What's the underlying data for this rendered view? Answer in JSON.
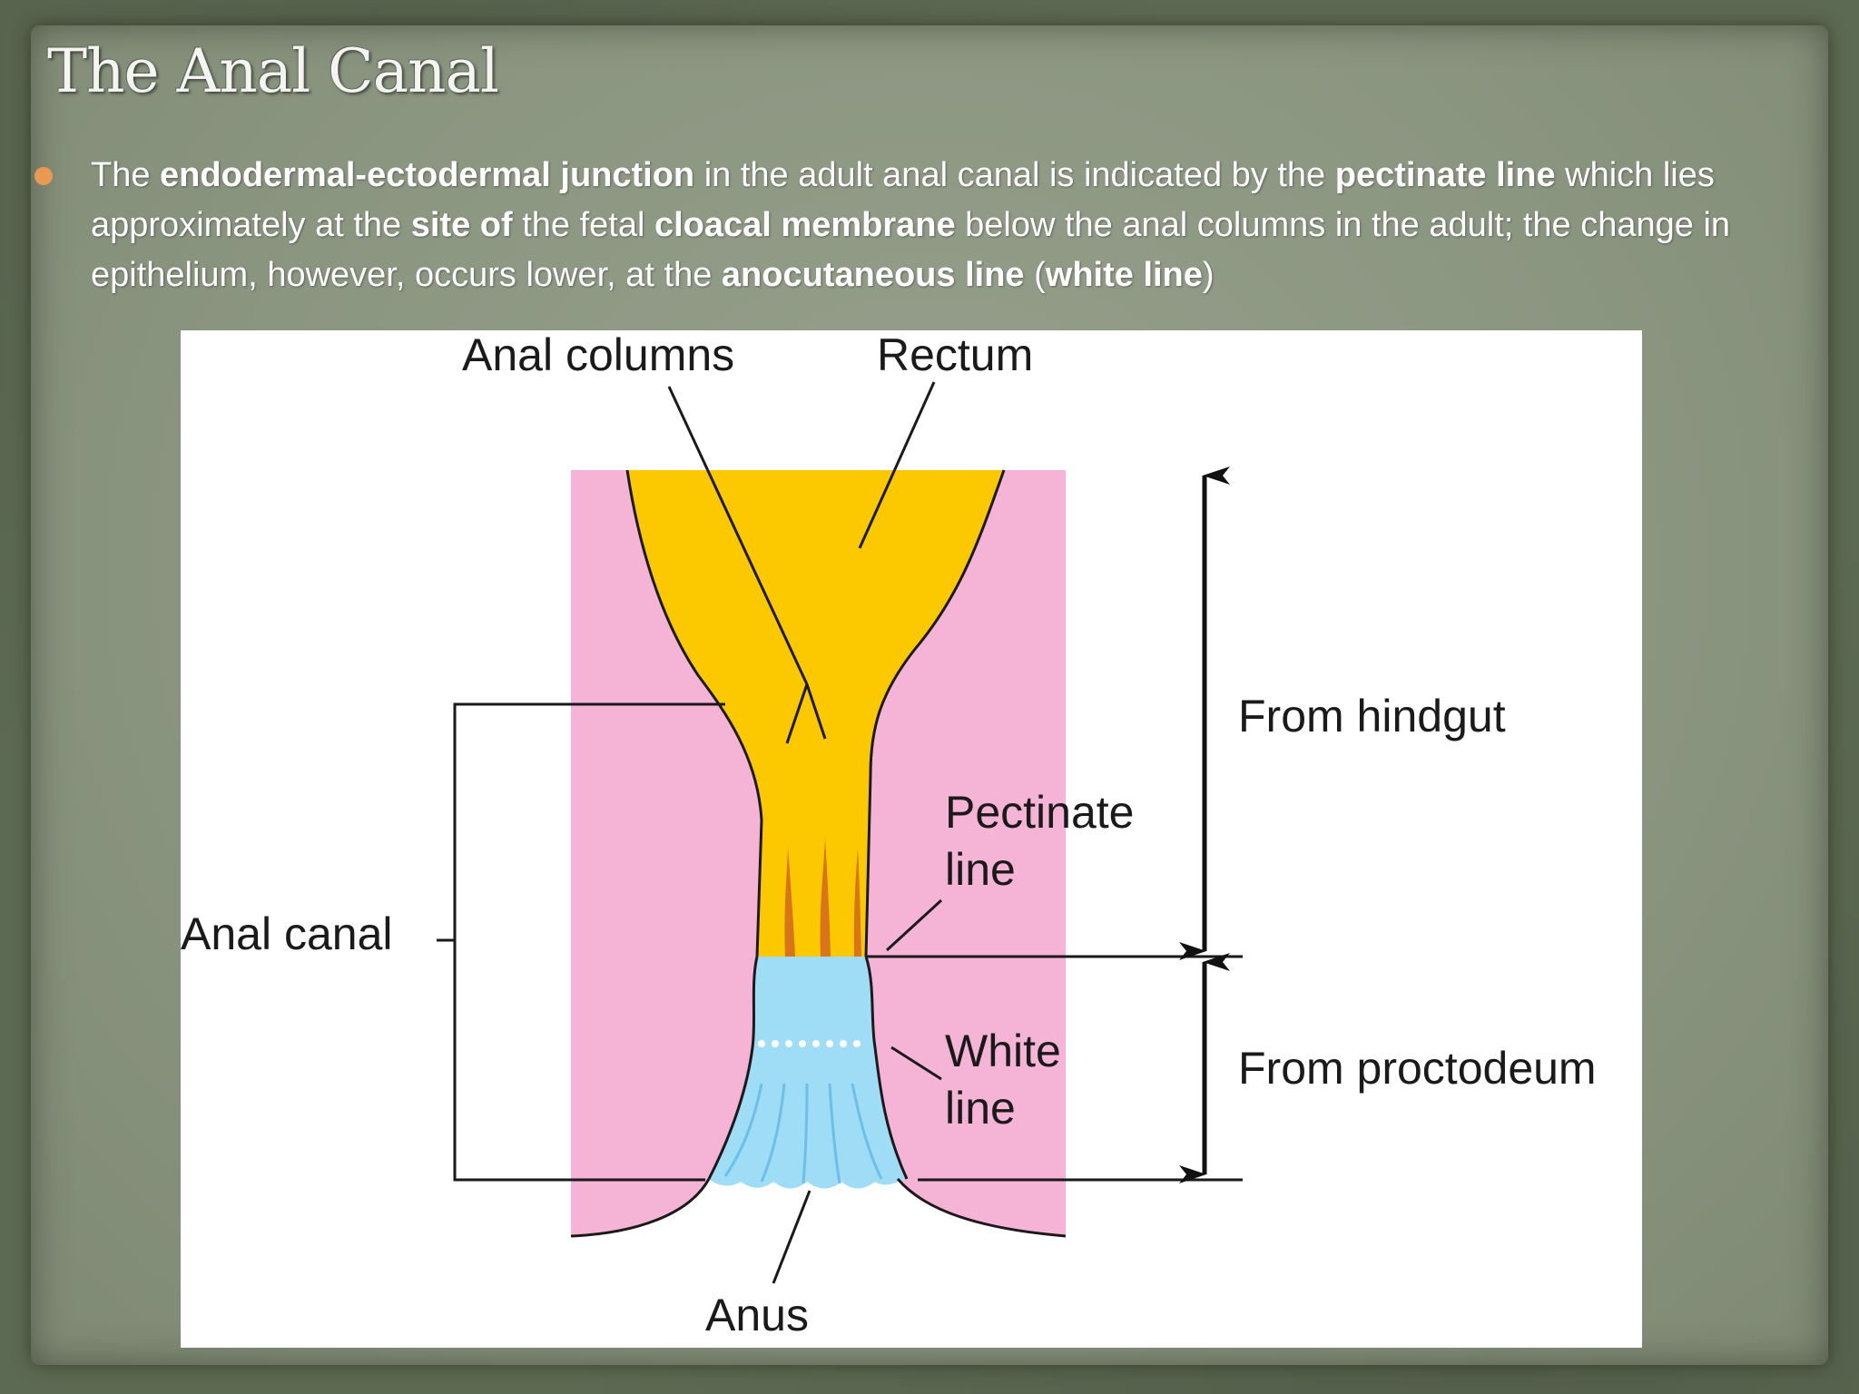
{
  "slide": {
    "title": "The Anal Canal",
    "bullet": {
      "t1": "The ",
      "b1": "endodermal-ectodermal junction",
      "t2": " in the adult anal canal is indicated by the ",
      "b2": "pectinate line",
      "t3": " which lies approximately at the ",
      "b3": "site of",
      "t4": " the fetal ",
      "b4": "cloacal membrane",
      "t5": " below the anal columns in the adult; the change in epithelium, however, occurs lower, at the ",
      "b5": "anocutaneous line",
      "t6": " (",
      "b6": "white line",
      "t7": ")"
    }
  },
  "diagram": {
    "labels": {
      "anal_columns": "Anal columns",
      "rectum": "Rectum",
      "from_hindgut": "From hindgut",
      "pectinate_1": "Pectinate",
      "pectinate_2": "line",
      "anal_canal": "Anal canal",
      "white_1": "White",
      "white_2": "line",
      "from_proctodeum": "From proctodeum",
      "anus": "Anus"
    },
    "colors": {
      "tissue": "#f5b3d6",
      "endoderm": "#fcc800",
      "ectoderm": "#9fdcf5",
      "column_streak": "#d8741a"
    }
  }
}
